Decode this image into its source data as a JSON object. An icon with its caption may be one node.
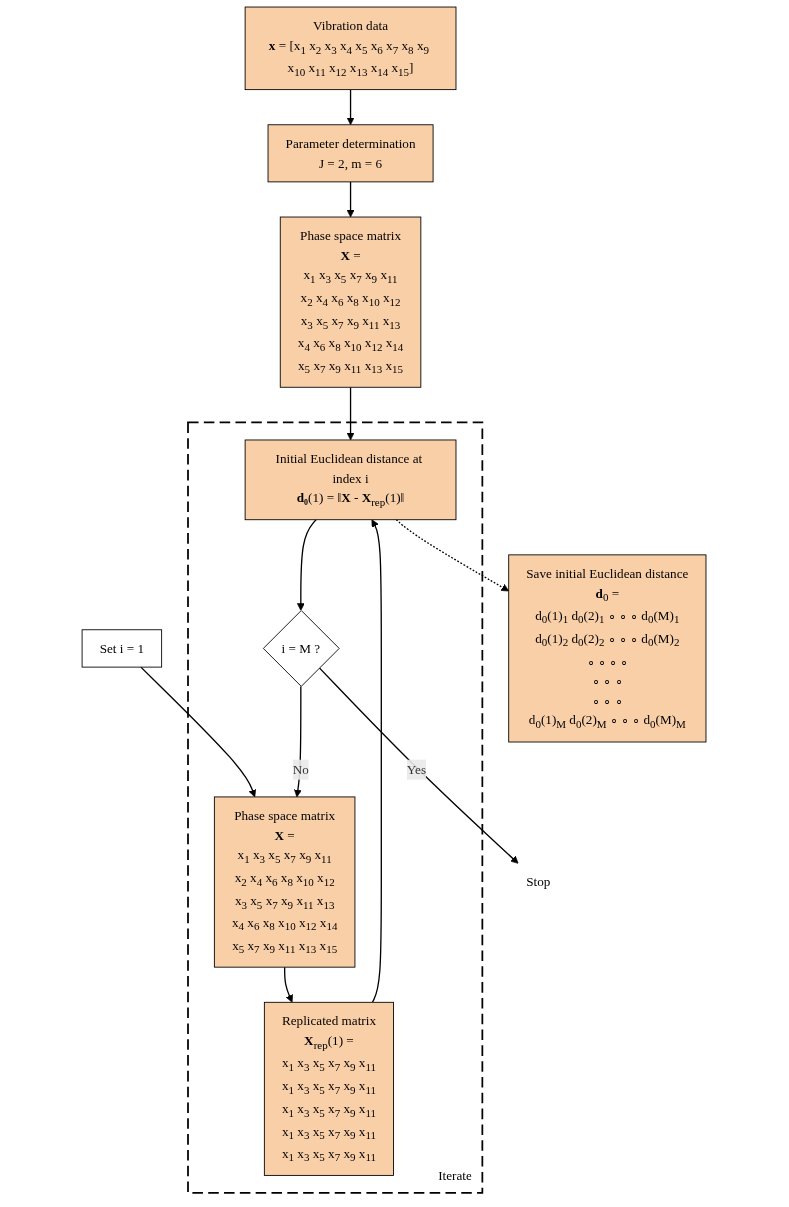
{
  "diagram": {
    "nodes": [
      {
        "text": [
          "Vibration data",
          "**x** = [x$_{1}$ x$_{2}$ x$_{3}$ x$_{4}$ x$_{5}$ x$_{6}$ x$_{7}$ x$_{8}$ x$_{9}$ x$_{10}$ x$_{11}$ x$_{12}$ x$_{13}$ x$_{14}$ x$_{15}$]"
        ]
      },
      {
        "text": [
          "Parameter determination",
          "J = 2, m = 6"
        ]
      },
      {
        "text": [
          "Phase space matrix",
          "**X** =",
          "x$_{1}$ x$_{3}$ x$_{5}$ x$_{7}$ x$_{9}$ x$_{11}$",
          "x$_{2}$ x$_{4}$ x$_{6}$ x$_{8}$ x$_{10}$ x$_{12}$",
          "x$_{3}$ x$_{5}$ x$_{7}$ x$_{9}$ x$_{11}$ x$_{13}$",
          "x$_{4}$ x$_{6}$ x$_{8}$ x$_{10}$ x$_{12}$ x$_{14}$",
          "x$_{5}$ x$_{7}$ x$_{9}$ x$_{11}$ x$_{13}$ x$_{15}$"
        ]
      },
      {
        "text": [
          "Set i = 1"
        ]
      },
      {
        "text": [
          "Iterate"
        ]
      },
      {
        "text": [
          "Phase space matrix",
          "**X** =",
          "x$_{1}$ x$_{3}$ x$_{5}$ x$_{7}$ x$_{9}$ x$_{11}$",
          "x$_{2}$ x$_{4}$ x$_{6}$ x$_{8}$ x$_{10}$ x$_{12}$",
          "x$_{3}$ x$_{5}$ x$_{7}$ x$_{9}$ x$_{11}$ x$_{13}$",
          "x$_{4}$ x$_{6}$ x$_{8}$ x$_{10}$ x$_{12}$ x$_{14}$",
          "x$_{5}$ x$_{7}$ x$_{9}$ x$_{11}$ x$_{13}$ x$_{15}$"
        ],
        "in": 4
      },
      {
        "text": [
          "Replicated matrix",
          "**X**$_{rep}$(1) =",
          "x$_{1}$ x$_{3}$ x$_{5}$ x$_{7}$ x$_{9}$ x$_{11}$",
          "x$_{1}$ x$_{3}$ x$_{5}$ x$_{7}$ x$_{9}$ x$_{11}$",
          "x$_{1}$ x$_{3}$ x$_{5}$ x$_{7}$ x$_{9}$ x$_{11}$",
          "x$_{1}$ x$_{3}$ x$_{5}$ x$_{7}$ x$_{9}$ x$_{11}$",
          "x$_{1}$ x$_{3}$ x$_{5}$ x$_{7}$ x$_{9}$ x$_{11}$"
        ],
        "in": 4
      },
      {
        "text": [
          "Initial Euclidean distance at index i",
          "**d₀**(1) = ‖**X** - **X**$_{rep}$(1)‖"
        ],
        "in": 4
      },
      {
        "text": [
          "i = M ?"
        ],
        "in": 4
      },
      {
        "text": [
          "Stop"
        ]
      },
      {
        "text": [
          "Save initial Euclidean distance",
          "**d**$_{0}$ =",
          "d$_{0}$(1)$_{1}$ d$_{0}$(2)$_{1}$ ∘ ∘ ∘ d$_{0}$(M)$_{1}$",
          "d$_{0}$(1)$_{2}$ d$_{0}$(2)$_{2}$ ∘ ∘ ∘ d$_{0}$(M)$_{2}$",
          "∘ ∘ ∘ ∘",
          "∘ ∘ ∘",
          "∘ ∘ ∘",
          "d$_{0}$(1)$_{M}$ d$_{0}$(2)$_{M}$ ∘ ∘ ∘ d$_{0}$(M)$_{M}$"
        ]
      }
    ],
    "edges": [
      {
        "from": 0,
        "to": 1,
        "arrow": "to"
      },
      {
        "from": 1,
        "to": 2,
        "arrow": "to"
      },
      {
        "from": 2,
        "to": 7,
        "arrow": "to"
      },
      {
        "from": 3,
        "to": 5,
        "arrow": "to"
      },
      {
        "from": 5,
        "to": 6,
        "arrow": "to"
      },
      {
        "from": 6,
        "to": 7,
        "arrow": "to"
      },
      {
        "from": 7,
        "to": 8,
        "arrow": "to"
      },
      {
        "from": 7,
        "to": 10,
        "arrow": "to",
        "style": "dashed"
      },
      {
        "from": 8,
        "to": 5,
        "arrow": "to",
        "label": "No"
      },
      {
        "from": 8,
        "to": 9,
        "arrow": "to",
        "label": "Yes"
      }
    ]
  }
}
